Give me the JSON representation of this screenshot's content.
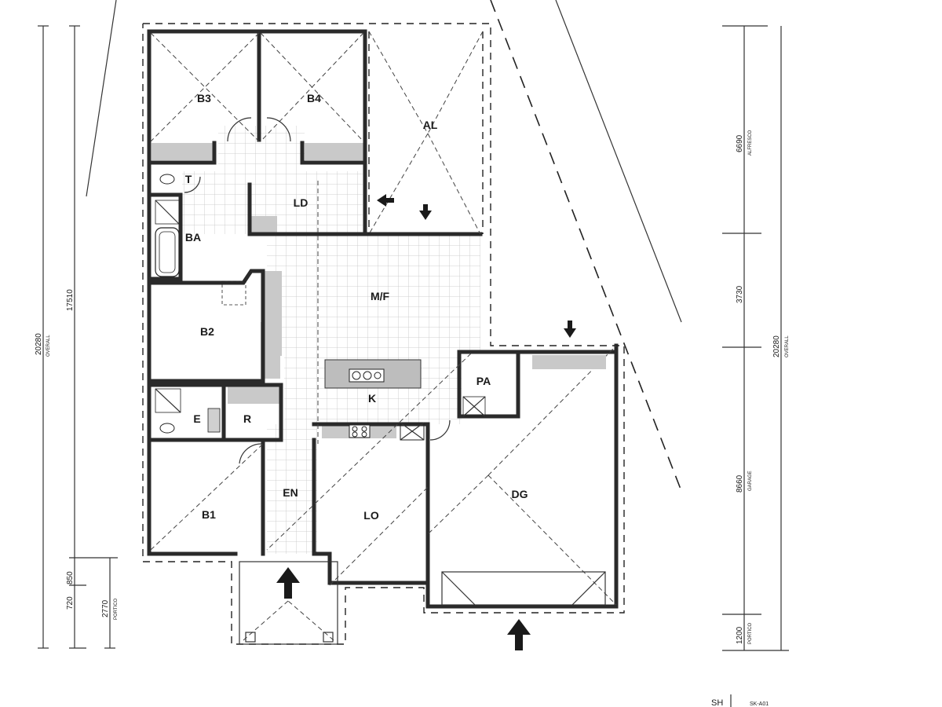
{
  "rooms": {
    "b3": "B3",
    "b4": "B4",
    "al": "AL",
    "t": "T",
    "ld": "LD",
    "ba": "BA",
    "mf": "M/F",
    "b2": "B2",
    "k": "K",
    "pa": "PA",
    "e": "E",
    "r": "R",
    "en": "EN",
    "b1": "B1",
    "lo": "LO",
    "dg": "DG"
  },
  "dimensions_left": {
    "overall": "20280",
    "overall_label": "OVERALL",
    "main": "17510",
    "d850": "850",
    "d720": "720",
    "portico": "2770",
    "portico_label": "PORTICO"
  },
  "dimensions_right": {
    "alfresco": "6690",
    "alfresco_label": "ALFRESCO",
    "mid": "3730",
    "garage": "8660",
    "garage_label": "GARAGE",
    "portico": "1200",
    "portico_label": "PORTICO",
    "overall": "20280",
    "overall_label": "OVERALL"
  },
  "sheet": {
    "initials": "SH",
    "number": "SK-A01"
  }
}
